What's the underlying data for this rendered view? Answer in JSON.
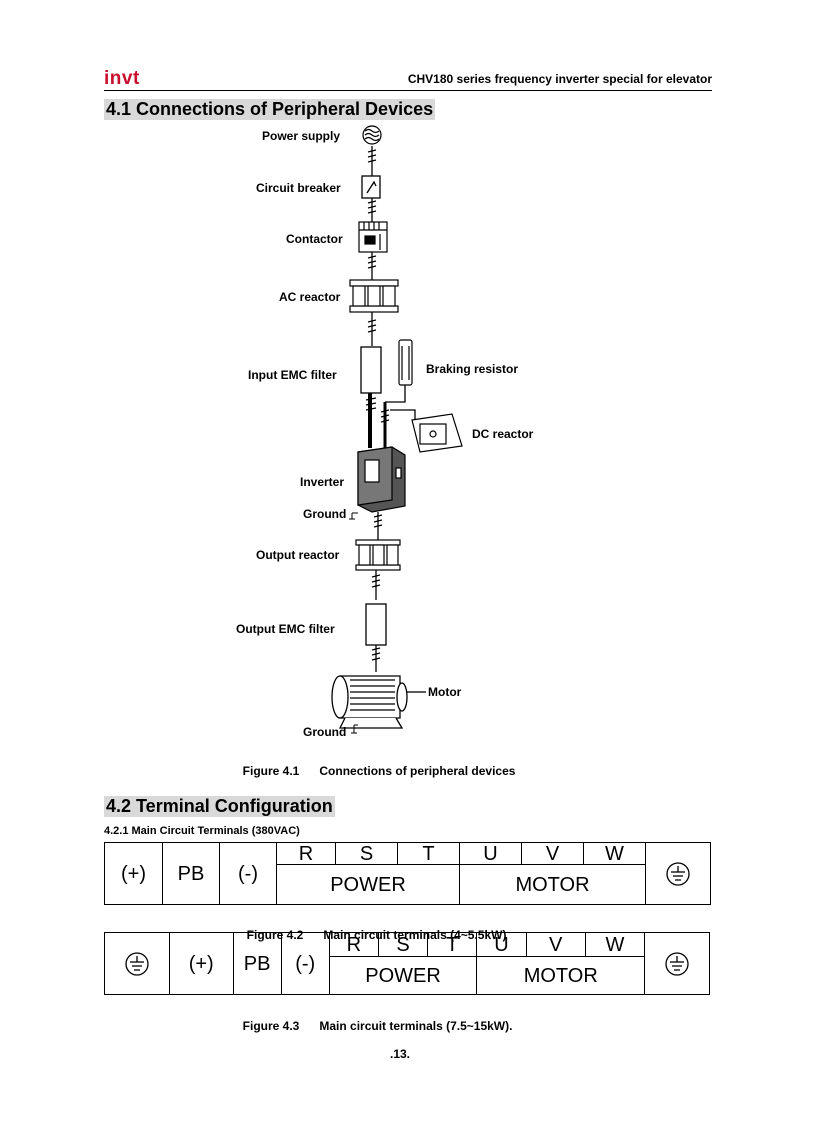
{
  "header": {
    "logo": "invt",
    "title": "CHV180 series frequency inverter special for elevator"
  },
  "section1": {
    "title": "4.1 Connections of Peripheral Devices"
  },
  "diagram": {
    "labels": {
      "power_supply": "Power supply",
      "circuit_breaker": "Circuit breaker",
      "contactor": "Contactor",
      "ac_reactor": "AC reactor",
      "input_emc_filter": "Input EMC filter",
      "braking_resistor": "Braking resistor",
      "dc_reactor": "DC reactor",
      "inverter": "Inverter",
      "ground_1": "Ground",
      "output_reactor": "Output reactor",
      "output_emc_filter": "Output EMC filter",
      "motor": "Motor",
      "ground_2": "Ground"
    }
  },
  "figure_4_1": {
    "number": "Figure 4.1",
    "title": "Connections of peripheral devices"
  },
  "section2": {
    "title": "4.2 Terminal Configuration",
    "subsection": "4.2.1 Main Circuit Terminals (380VAC)"
  },
  "table1": {
    "plus": "(+)",
    "pb": "PB",
    "minus": "(-)",
    "r": "R",
    "s": "S",
    "t": "T",
    "u": "U",
    "v": "V",
    "w": "W",
    "power": "POWER",
    "motor": "MOTOR"
  },
  "figure_4_2": {
    "number": "Figure 4.2",
    "title": "Main circuit terminals (4~5.5kW)"
  },
  "table2": {
    "plus": "(+)",
    "pb": "PB",
    "minus": "(-)",
    "r": "R",
    "s": "S",
    "t": "T",
    "u": "U",
    "v": "V",
    "w": "W",
    "power": "POWER",
    "motor": "MOTOR"
  },
  "figure_4_3": {
    "number": "Figure 4.3",
    "title": "Main circuit terminals (7.5~15kW)."
  },
  "page": {
    "number": ".13."
  }
}
